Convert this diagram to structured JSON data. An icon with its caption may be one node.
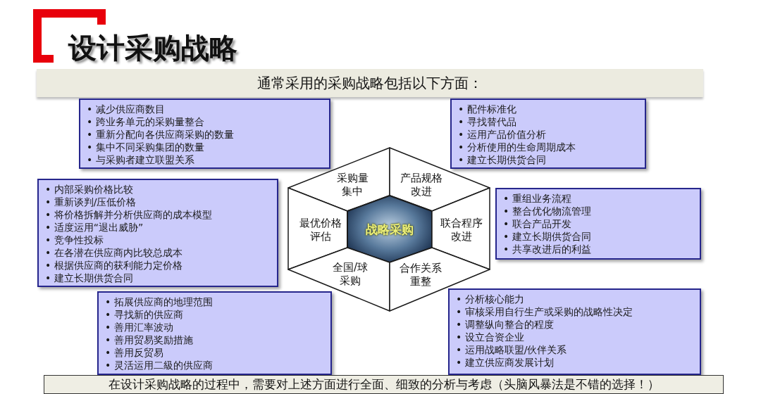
{
  "diagram": {
    "title": "设计采购战略",
    "nodes": [
      {
        "text": [
          "通常采用的采购战略包括以下方面："
        ]
      },
      {
        "text": [
          "• 减少供应商数目",
          "• 跨业务单元的采购量整合",
          "• 重新分配向各供应商采购的数量",
          "• 集中不同采购集团的数量",
          "• 与采购者建立联盟关系"
        ]
      },
      {
        "text": [
          "• 配件标准化",
          "• 寻找替代品",
          "• 运用产品价值分析",
          "• 分析使用的生命周期成本",
          "• 建立长期供货合同"
        ]
      },
      {
        "text": [
          "采购量集中"
        ]
      },
      {
        "text": [
          "产品规格改进"
        ]
      },
      {
        "text": [
          "• 内部采购价格比较",
          "• 重新谈判/压低价格",
          "• 将价格拆解并分析供应商的成本模型",
          "• 适度运用“退出威胁”",
          "• 竞争性投标",
          "• 在各潜在供应商内比较总成本",
          "• 根据供应商的获利能力定价格",
          "• 建立长期供货合同"
        ]
      },
      {
        "text": [
          "最优价格评估"
        ]
      },
      {
        "text": [
          "战略采购"
        ]
      },
      {
        "text": [
          "联合程序改进"
        ]
      },
      {
        "text": [
          "• 重组业务流程",
          "• 整合优化物流管理",
          "• 联合产品开发",
          "• 建立长期供货合同",
          "• 共享改进后的利益"
        ]
      },
      {
        "text": [
          "全国/球采购"
        ]
      },
      {
        "text": [
          "合作关系重整"
        ]
      },
      {
        "text": [
          "• 拓展供应商的地理范围",
          "• 寻找新的供应商",
          "• 善用汇率波动",
          "• 善用贸易奖励措施",
          "• 善用反贸易",
          "• 灵活运用二級的供应商"
        ]
      },
      {
        "text": [
          "• 分析核心能力",
          "• 审核采用自行生产或采购的战略性决定",
          "• 调整纵向整合的程度",
          "• 设立合资企业",
          "• 运用战略联盟/伙伴关系",
          "• 建立供应商发展计划"
        ]
      },
      {
        "text": [
          "在设计采购战略的过程中，需要对上述方面进行全面、细致的分析与考虑（头脑风暴法是不错的选择！）"
        ]
      }
    ]
  }
}
